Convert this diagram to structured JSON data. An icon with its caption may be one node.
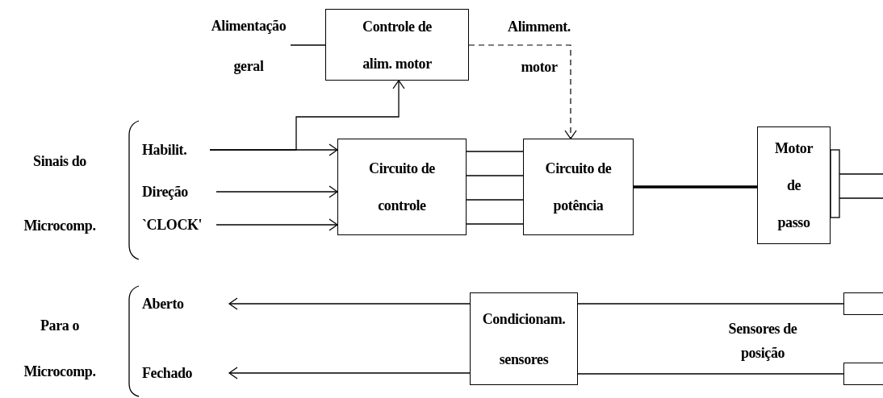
{
  "diagram": {
    "nodes": [
      {
        "text": [
          "Alimentação geral"
        ]
      },
      {
        "text": [
          "Controle de alim. motor"
        ]
      },
      {
        "text": [
          "Habilit."
        ]
      },
      {
        "text": [
          "Direção"
        ]
      },
      {
        "text": [
          "`CLOCK'"
        ]
      },
      {
        "text": [
          "Circuito de controle"
        ]
      },
      {
        "text": [
          "Circuito de potência"
        ]
      },
      {
        "text": [
          "Motor de passo"
        ]
      },
      {
        "text": [
          "Aberto"
        ]
      },
      {
        "text": [
          "Fechado"
        ]
      },
      {
        "text": [
          "Condicionam. sensores"
        ]
      },
      {
        "text": [],
        "shape": "box"
      },
      {
        "text": [],
        "shape": "box"
      }
    ],
    "edges": [
      {
        "from": 0,
        "to": 1,
        "arrow": "none"
      },
      {
        "from": 1,
        "to": 6,
        "arrow": "to",
        "style": "dashed",
        "label": "Alimment. motor"
      },
      {
        "from": 2,
        "to": 5,
        "arrow": "to"
      },
      {
        "from": 2,
        "to": 1,
        "arrow": "to"
      },
      {
        "from": 3,
        "to": 5,
        "arrow": "to"
      },
      {
        "from": 4,
        "to": 5,
        "arrow": "to"
      },
      {
        "from": 5,
        "to": 6,
        "arrow": "none"
      },
      {
        "from": 5,
        "to": 6,
        "arrow": "none"
      },
      {
        "from": 5,
        "to": 6,
        "arrow": "none"
      },
      {
        "from": 5,
        "to": 6,
        "arrow": "none"
      },
      {
        "from": 6,
        "to": 7,
        "arrow": "none",
        "style": "thick"
      },
      {
        "from": 10,
        "to": 8,
        "arrow": "to"
      },
      {
        "from": 10,
        "to": 9,
        "arrow": "to"
      },
      {
        "from": 11,
        "to": 10,
        "arrow": "none"
      },
      {
        "from": 12,
        "to": 10,
        "arrow": "none"
      }
    ],
    "labels": [
      "Sinais do Microcomp.",
      "Para o Microcomp.",
      "Sensores de posição"
    ]
  }
}
